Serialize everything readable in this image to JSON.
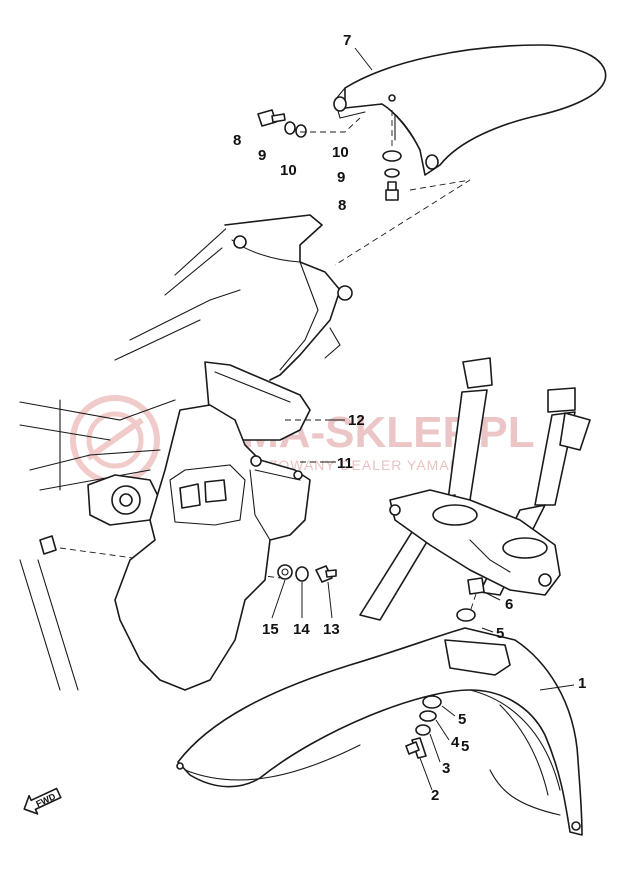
{
  "watermark": {
    "title": "YAMA-SKLEP.PL",
    "subtitle": "AUTORYZOWANY DEALER YAMAHA",
    "color": "#e6b3b3"
  },
  "direction_marker": {
    "label": "FWD"
  },
  "callouts": {
    "n1": "1",
    "n2": "2",
    "n3": "3",
    "n4": "4",
    "n5a": "5",
    "n5b": "5",
    "n5c": "5",
    "n6": "6",
    "n7": "7",
    "n8a": "8",
    "n8b": "8",
    "n9a": "9",
    "n9b": "9",
    "n10a": "10",
    "n10b": "10",
    "n11": "11",
    "n12": "12",
    "n13": "13",
    "n14": "14",
    "n15": "15"
  }
}
